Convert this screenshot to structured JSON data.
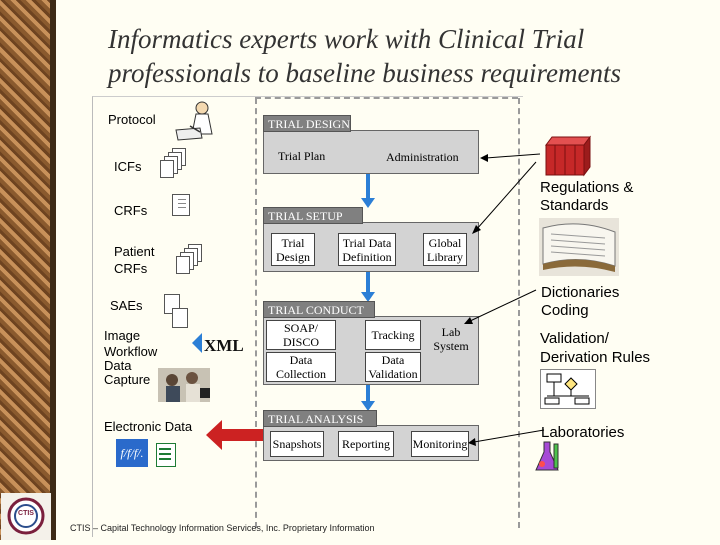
{
  "title": {
    "line1": "Informatics experts work with Clinical Trial",
    "line2": "professionals to baseline business requirements"
  },
  "inputs": {
    "protocol": "Protocol",
    "icfs": "ICFs",
    "crfs": "CRFs",
    "patient_crfs_1": "Patient",
    "patient_crfs_2": "CRFs",
    "saes": "SAEs",
    "image_1": "Image",
    "image_2": "Workflow",
    "image_3": "Data",
    "image_4": "Capture",
    "electronic_data": "Electronic Data",
    "xml": "XML",
    "file_icon_text": "f/f/f/."
  },
  "sections": {
    "design": {
      "header": "TRIAL DESIGN",
      "trial_plan": "Trial Plan",
      "administration": "Administration"
    },
    "setup": {
      "header": "TRIAL SETUP",
      "trial_design_1": "Trial",
      "trial_design_2": "Design",
      "trial_data_1": "Trial Data",
      "trial_data_2": "Definition",
      "global_1": "Global",
      "global_2": "Library"
    },
    "conduct": {
      "header": "TRIAL CONDUCT",
      "soap_1": "SOAP/",
      "soap_2": "DISCO",
      "tracking": "Tracking",
      "lab_1": "Lab",
      "lab_2": "System",
      "data_coll_1": "Data",
      "data_coll_2": "Collection",
      "data_val_1": "Data",
      "data_val_2": "Validation"
    },
    "analysis": {
      "header": "TRIAL ANALYSIS",
      "snapshots": "Snapshots",
      "reporting": "Reporting",
      "monitoring": "Monitoring"
    }
  },
  "right": {
    "regulations_1": "Regulations &",
    "regulations_2": "Standards",
    "dictionaries_1": "Dictionaries",
    "dictionaries_2": "Coding",
    "validation_1": "Validation/",
    "validation_2": "Derivation Rules",
    "laboratories": "Laboratories"
  },
  "logo": "CTIS",
  "footer": "CTIS – Capital Technology Information Services, Inc. Proprietary Information",
  "colors": {
    "section_fill": "#d3d3d3",
    "section_header": "#808080",
    "arrow_red": "#cc2222",
    "arrow_blue": "#2c7fd6",
    "book_red": "#c62828"
  }
}
